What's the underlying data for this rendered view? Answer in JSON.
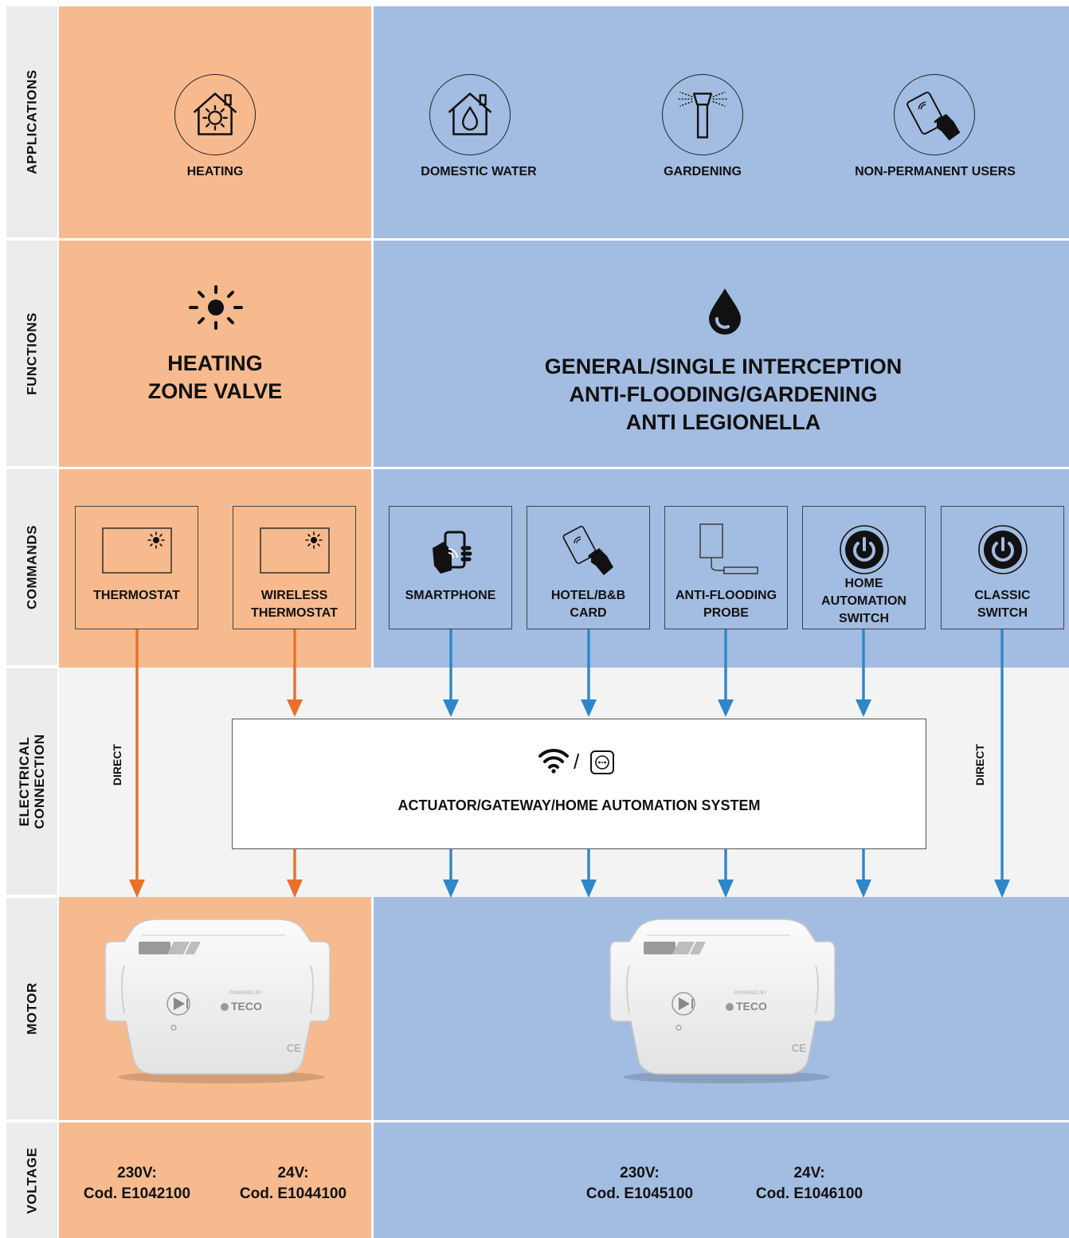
{
  "row_labels": {
    "applications": "APPLICATIONS",
    "functions": "FUNCTIONS",
    "commands": "COMMANDS",
    "electrical_line1": "ELECTRICAL",
    "electrical_line2": "CONNECTION",
    "motor": "MOTOR",
    "voltage": "VOLTAGE"
  },
  "applications": [
    {
      "label": "HEATING",
      "icon": "house-sun-icon"
    },
    {
      "label": "DOMESTIC WATER",
      "icon": "house-drop-icon"
    },
    {
      "label": "GARDENING",
      "icon": "sprinkler-icon"
    },
    {
      "label": "NON-PERMANENT USERS",
      "icon": "card-hand-icon"
    }
  ],
  "functions": {
    "heating_line1": "HEATING",
    "heating_line2": "ZONE VALVE",
    "water_line1": "GENERAL/SINGLE INTERCEPTION",
    "water_line2": "ANTI-FLOODING/GARDENING",
    "water_line3": "ANTI LEGIONELLA"
  },
  "commands": [
    {
      "line1": "THERMOSTAT",
      "line2": "",
      "icon": "thermostat-icon"
    },
    {
      "line1": "WIRELESS",
      "line2": "THERMOSTAT",
      "icon": "thermostat-icon"
    },
    {
      "line1": "SMARTPHONE",
      "line2": "",
      "icon": "smartphone-icon"
    },
    {
      "line1": "HOTEL/B&B",
      "line2": "CARD",
      "icon": "card-hand-icon"
    },
    {
      "line1": "ANTI-FLOODING",
      "line2": "PROBE",
      "icon": "probe-icon"
    },
    {
      "line1": "HOME",
      "line2": "AUTOMATION",
      "line3": "SWITCH",
      "icon": "power-icon"
    },
    {
      "line1": "CLASSIC",
      "line2": "SWITCH",
      "icon": "power-icon"
    }
  ],
  "electrical": {
    "direct_left": "DIRECT",
    "direct_right": "DIRECT",
    "gateway_label": "ACTUATOR/GATEWAY/HOME AUTOMATION SYSTEM",
    "gateway_separator": "/"
  },
  "motor": {
    "brand": "TECO",
    "powered_by": "POWERED BY",
    "mark": "CE"
  },
  "voltage": [
    {
      "line1": "230V:",
      "line2": "Cod. E1042100"
    },
    {
      "line1": "24V:",
      "line2": "Cod. E1044100"
    },
    {
      "line1": "230V:",
      "line2": "Cod. E1045100"
    },
    {
      "line1": "24V:",
      "line2": "Cod. E1046100"
    }
  ],
  "colors": {
    "heating_bg": "#f7ba8e",
    "water_bg": "#a3bce1",
    "orange_arrow": "#e8702a",
    "blue_arrow": "#2f86c8"
  }
}
